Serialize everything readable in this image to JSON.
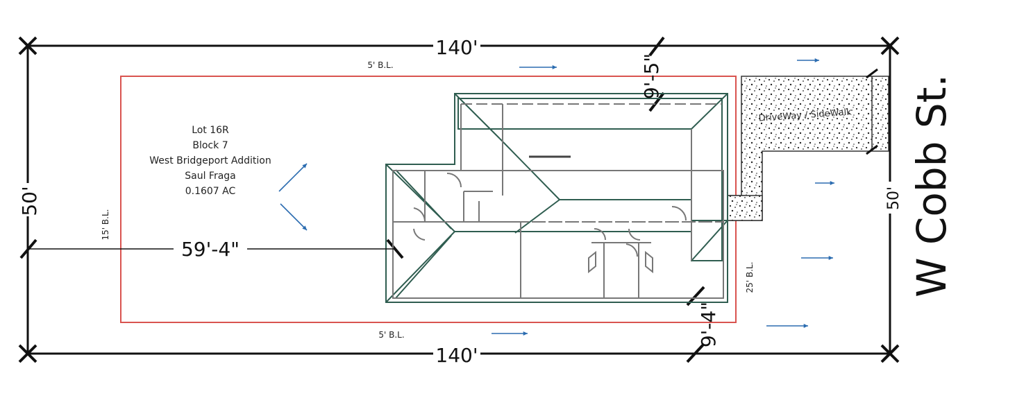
{
  "colors": {
    "boundary": "#111111",
    "setback": "#d9534f",
    "building": "#2f5d50",
    "walls": "#777777",
    "arrow": "#2b6cb0"
  },
  "dimensions": {
    "top": "140'",
    "bottom": "140'",
    "left": "50'",
    "right": "50'",
    "front_setback_offset": "59'-4\"",
    "rear_top": "9'-5\"",
    "rear_bottom": "9'-4\""
  },
  "setbacks": {
    "top": "5' B.L.",
    "bottom": "5' B.L.",
    "left": "15' B.L.",
    "right": "25' B.L."
  },
  "lot_info": [
    "Lot 16R",
    "Block 7",
    "West Bridgeport Addition",
    "Saul Fraga",
    "0.1607 AC"
  ],
  "driveway_label": "DriveWay / SideWalk",
  "street": "W Cobb St.",
  "icons": {
    "drainage_arrow": "arrow-right-icon",
    "corner_mark": "x-mark-icon"
  }
}
